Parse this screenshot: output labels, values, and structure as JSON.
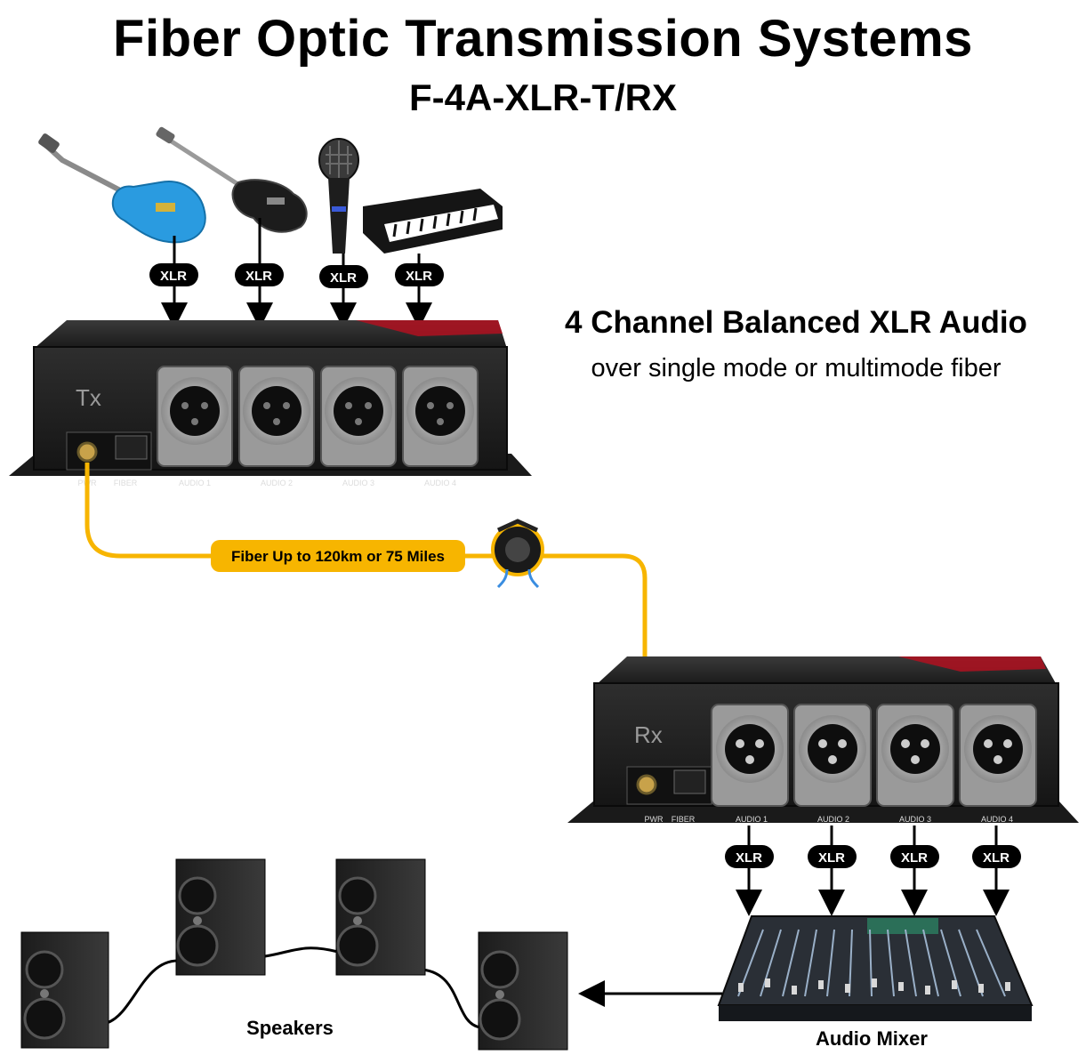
{
  "title": "Fiber Optic Transmission Systems",
  "subtitle": "F-4A-XLR-T/RX",
  "headline": "4 Channel Balanced XLR Audio",
  "subheadline": "over single mode or multimode fiber",
  "cable_label": "XLR",
  "fiber_label": "Fiber Up to 120km or 75 Miles",
  "tx_unit": {
    "label": "Tx",
    "pwr_label": "PWR",
    "fiber_label": "FIBER",
    "ports": [
      "AUDIO 1",
      "AUDIO 2",
      "AUDIO 3",
      "AUDIO 4"
    ]
  },
  "rx_unit": {
    "label": "Rx",
    "pwr_label": "PWR",
    "fiber_label": "FIBER",
    "ports": [
      "AUDIO 1",
      "AUDIO 2",
      "AUDIO 3",
      "AUDIO 4"
    ]
  },
  "instruments": [
    {
      "icon": "electric-guitar-icon"
    },
    {
      "icon": "bass-guitar-icon"
    },
    {
      "icon": "microphone-icon"
    },
    {
      "icon": "keyboard-icon"
    }
  ],
  "speakers_label": "Speakers",
  "mixer_label": "Audio Mixer",
  "colors": {
    "fiber": "#f7b500",
    "device_body": "#2a2a2a",
    "badge": "#000000",
    "connector": "#b8b8b8"
  }
}
